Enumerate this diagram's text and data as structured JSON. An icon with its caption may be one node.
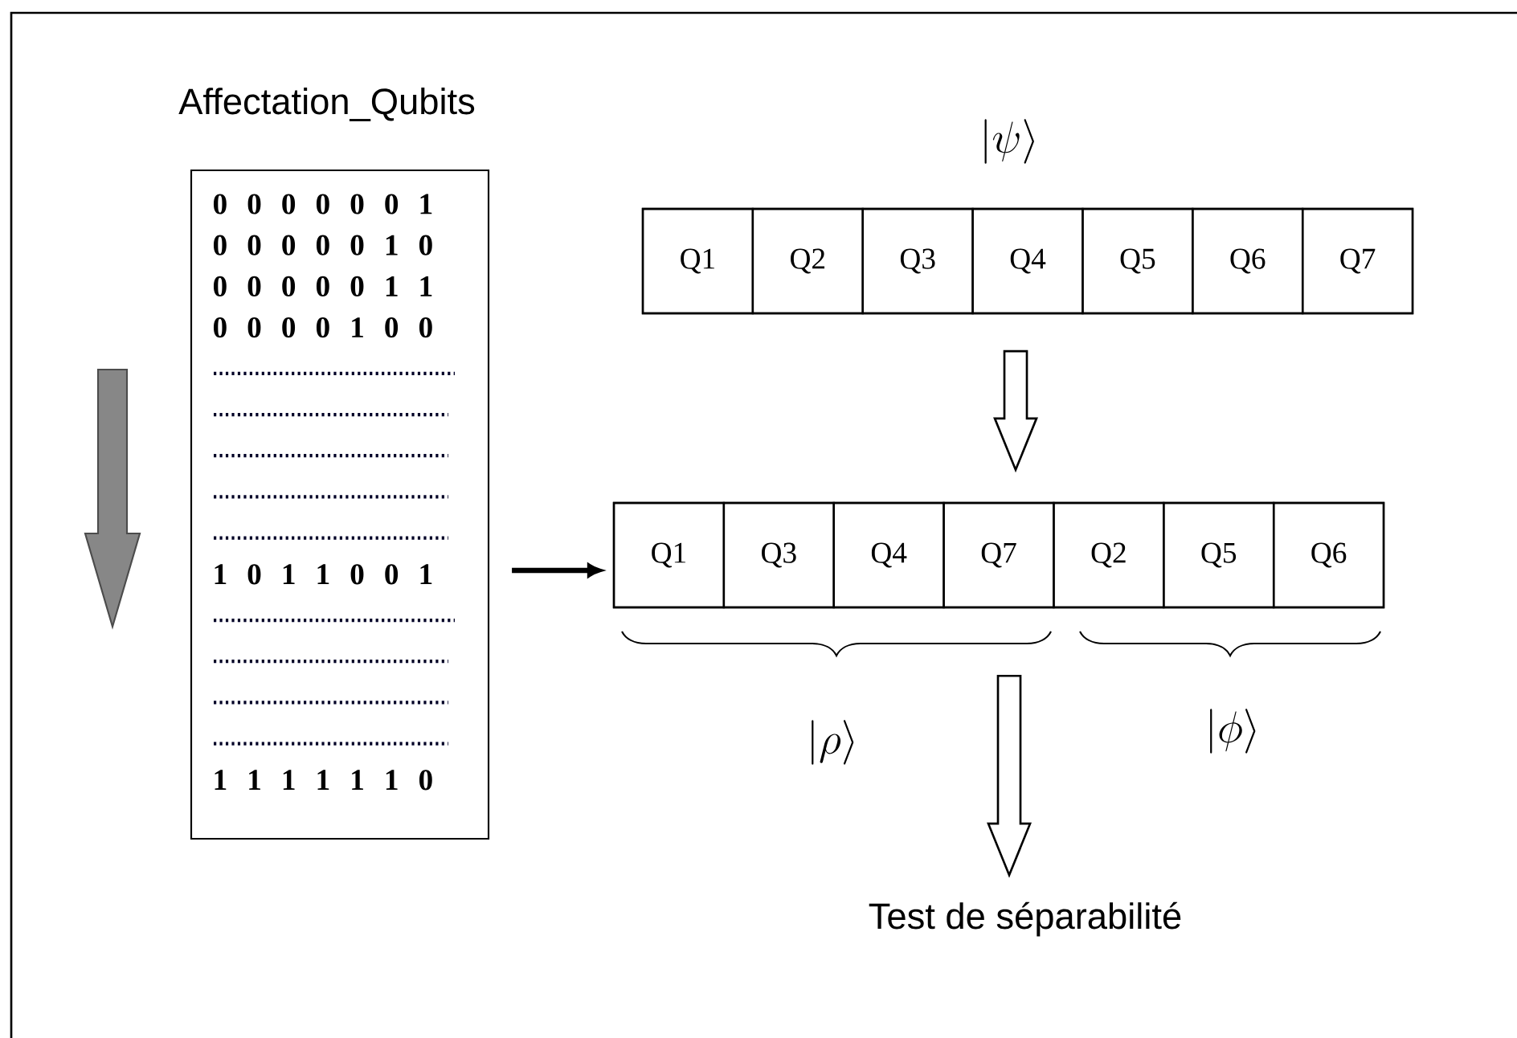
{
  "diagram": {
    "nodes": [
      {
        "text": [
          "Affectation_Qubits",
          "0 0 0 0 0 0 1",
          "0 0 0 0 0 1 0",
          "0 0 0 0 0 1 1",
          "0 0 0 0 1 0 0",
          "1 0 1 1 0 0 1",
          "1 1 1 1 1 1 0"
        ]
      },
      {
        "text": [
          "|\\psi\\rangle"
        ]
      },
      {
        "text": [
          "Q1"
        ],
        "in": 1
      },
      {
        "text": [
          "Q2"
        ],
        "in": 1
      },
      {
        "text": [
          "Q3"
        ],
        "in": 1
      },
      {
        "text": [
          "Q4"
        ],
        "in": 1
      },
      {
        "text": [
          "Q5"
        ],
        "in": 1
      },
      {
        "text": [
          "Q6"
        ],
        "in": 1
      },
      {
        "text": [
          "Q7"
        ],
        "in": 1
      },
      {
        "text": [],
        "shape": "box"
      },
      {
        "text": [
          "Q1"
        ],
        "in": 9
      },
      {
        "text": [
          "Q3"
        ],
        "in": 9
      },
      {
        "text": [
          "Q4"
        ],
        "in": 9
      },
      {
        "text": [
          "Q7"
        ],
        "in": 9
      },
      {
        "text": [
          "Q2"
        ],
        "in": 9
      },
      {
        "text": [
          "Q5"
        ],
        "in": 9
      },
      {
        "text": [
          "Q6"
        ],
        "in": 9
      },
      {
        "text": [
          "Test de séparabilité"
        ]
      }
    ],
    "edges": [
      {
        "from": 1,
        "to": 9,
        "arrow": "to",
        "style": "thick"
      },
      {
        "from": 0,
        "to": 9,
        "arrow": "to"
      },
      {
        "from": 9,
        "to": 17,
        "arrow": "to",
        "style": "thick"
      }
    ],
    "labels": [
      "|\\rho\\rangle",
      "|\\phi\\rangle"
    ]
  }
}
